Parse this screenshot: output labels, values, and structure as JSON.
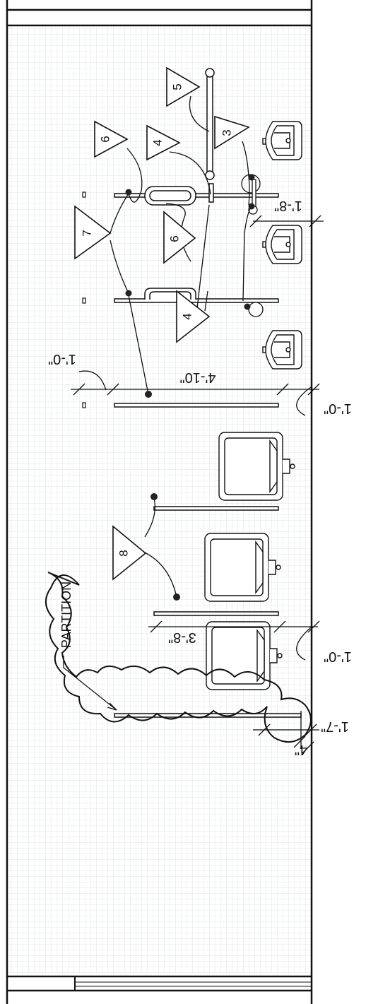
{
  "drawing": {
    "colors": {
      "background": "#ffffff",
      "grid": "#d9dde0",
      "ink": "#111111"
    },
    "keynotes": [
      {
        "id": "kn-5",
        "label": "5"
      },
      {
        "id": "kn-3",
        "label": "3"
      },
      {
        "id": "kn-4a",
        "label": "4"
      },
      {
        "id": "kn-6a",
        "label": "6"
      },
      {
        "id": "kn-7",
        "label": "7"
      },
      {
        "id": "kn-6b",
        "label": "6"
      },
      {
        "id": "kn-4b",
        "label": "4"
      },
      {
        "id": "kn-8",
        "label": "8"
      }
    ],
    "dimensions": {
      "d_1_8": "1'-8\"",
      "d_1_0_left": "1'-0\"",
      "d_4_10": "4'-10\"",
      "d_1_0_right_top": "1'-0\"",
      "d_3_8": "3'-8\"",
      "d_1_0_right_bottom": "1'-0\"",
      "d_1_7": "1'-7\"",
      "d_4": "4\""
    },
    "revision_note": "PARTITION"
  }
}
